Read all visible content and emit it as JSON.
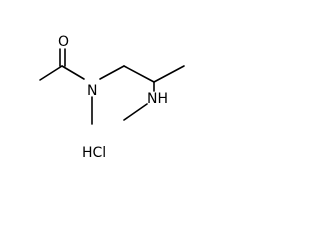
{
  "molecule": {
    "atoms": {
      "oxygen": "O",
      "amide_nitrogen": "N",
      "amine_group": "NH"
    },
    "salt": "HCl"
  },
  "colors": {
    "bond": "#000000",
    "text": "#000000",
    "background": "#ffffff"
  }
}
